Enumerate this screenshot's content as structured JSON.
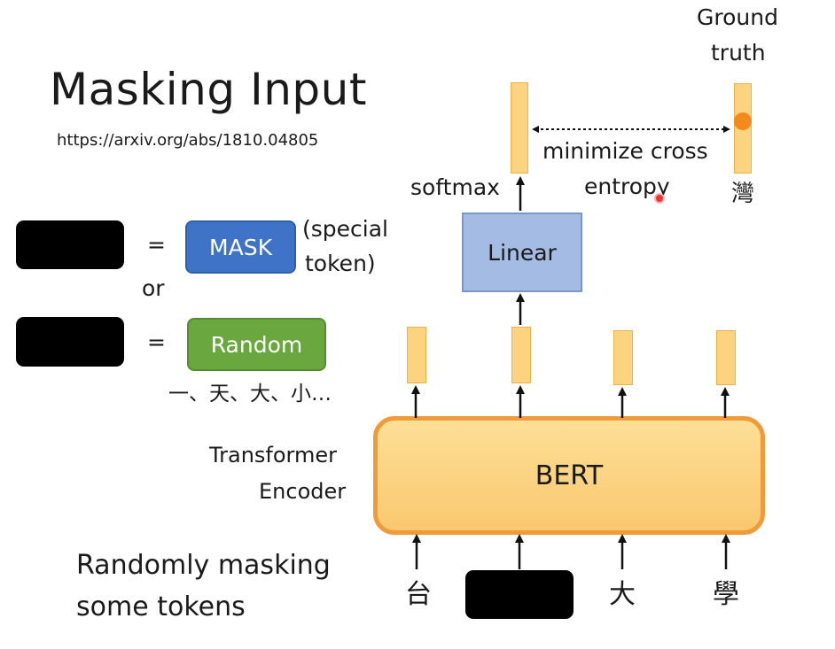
{
  "title": "Masking Input",
  "url": "https://arxiv.org/abs/1810.04805",
  "legend": {
    "equals": "=",
    "mask_label": "MASK",
    "mask_note_line1": "(special",
    "mask_note_line2": "token)",
    "or": "or",
    "random_label": "Random",
    "random_examples": "一、天、大、小…"
  },
  "encoder_label_line1": "Transformer",
  "encoder_label_line2": "Encoder",
  "bert_label": "BERT",
  "linear_label": "Linear",
  "softmax_label": "softmax",
  "loss_label_line1": "minimize cross",
  "loss_label_line2": "entropy",
  "ground_truth_line1": "Ground",
  "ground_truth_line2": "truth",
  "ground_truth_char": "灣",
  "input_tokens": [
    "台",
    "大",
    "學"
  ],
  "caption_line1": "Randomly masking",
  "caption_line2": "some tokens",
  "colors": {
    "mask_blue": "#3e73c8",
    "random_green": "#6aa83f",
    "linear_blue": "#a4bbe3",
    "bert_orange": "#ef9b3a",
    "vector_yellow": "#fcd37e",
    "target_dot": "#f28a1e"
  }
}
